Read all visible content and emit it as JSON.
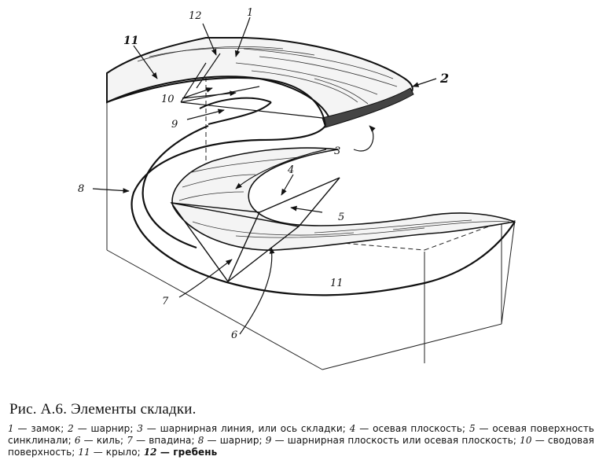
{
  "figure": {
    "labels": {
      "l1": "1",
      "l2": "2",
      "l3": "3",
      "l4": "4",
      "l5": "5",
      "l6": "6",
      "l7": "7",
      "l8": "8",
      "l9": "9",
      "l10": "10",
      "l11_top": "11",
      "l11_bottom": "11",
      "l12": "12"
    }
  },
  "caption": {
    "title": "Рис. А.6. Элементы складки.",
    "legend": [
      {
        "num": "1",
        "text": " — замок; "
      },
      {
        "num": "2",
        "text": " — шарнир; "
      },
      {
        "num": "3",
        "text": " — шарнирная линия, или ось складки; "
      },
      {
        "num": "4",
        "text": " — осевая плоскость; "
      },
      {
        "num": "5",
        "text": " — осевая поверхность синклинали; "
      },
      {
        "num": "6",
        "text": " — киль; "
      },
      {
        "num": "7",
        "text": " — впадина; "
      },
      {
        "num": "8",
        "text": " — шарнир; "
      },
      {
        "num": "9",
        "text": " — шарнирная плоскость или осевая плоскость; "
      },
      {
        "num": "10",
        "text": " — сводовая поверхность; "
      },
      {
        "num": "11",
        "text": " — крыло; "
      },
      {
        "num": "12",
        "text": " — гребень",
        "bold": true
      }
    ]
  }
}
